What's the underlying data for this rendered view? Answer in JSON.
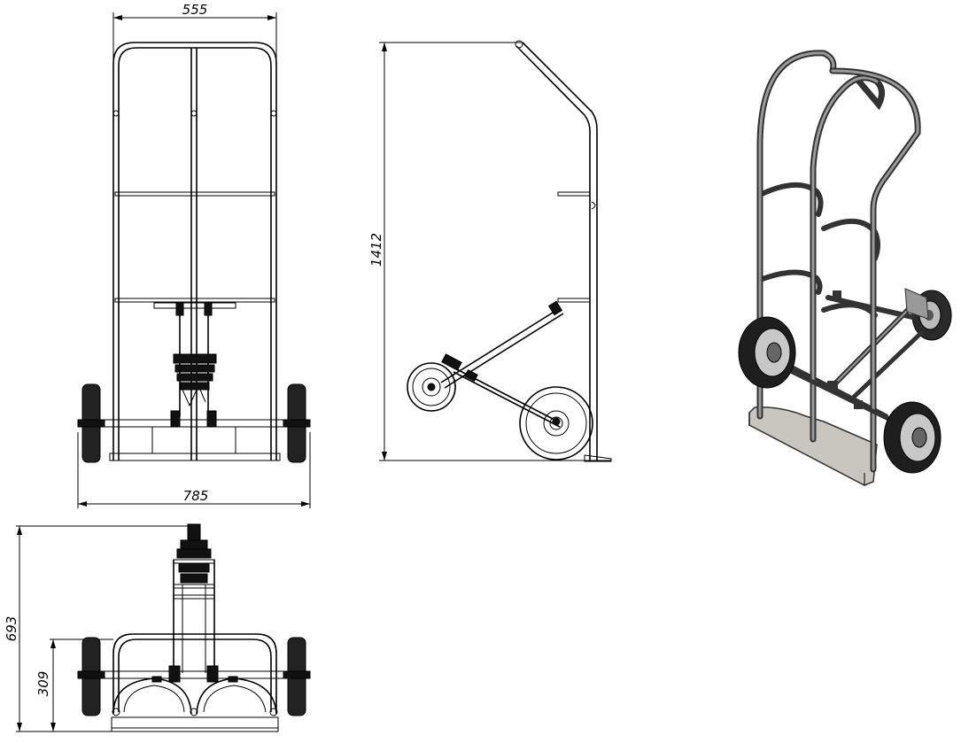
{
  "drawing": {
    "views": [
      "front-view",
      "side-view",
      "top-view",
      "isometric-view"
    ],
    "dimensions": {
      "top_width": "555",
      "overall_width": "785",
      "height": "1412",
      "depth_overall": "693",
      "depth_base": "309"
    },
    "line_color": "#000000",
    "background": "#ffffff",
    "tube_shade": "#333333",
    "plate_shade": "#c9c6c0"
  }
}
